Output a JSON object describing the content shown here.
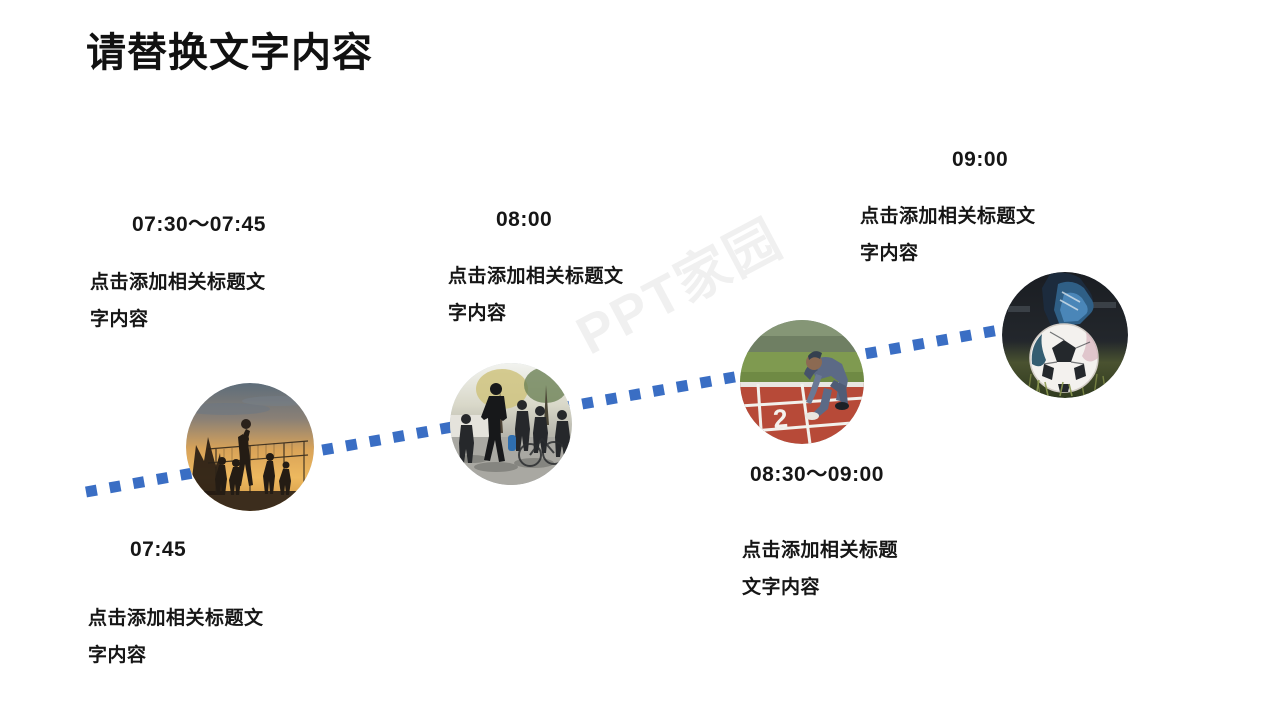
{
  "slide": {
    "title": "请替换文字内容",
    "watermark": "PPT家园",
    "background_color": "#ffffff",
    "accent_color": "#3a6ec4",
    "text_color": "#161616"
  },
  "timeline": {
    "line_style": "dotted",
    "line_color": "#3a6ec4",
    "items": [
      {
        "id": "step-1",
        "time": "07:30～07:45",
        "text_line1": "点击添加相关标题文",
        "text_line2": "字内容",
        "position": "above"
      },
      {
        "id": "step-2",
        "time": "07:45",
        "text_line1": "点击添加相关标题文",
        "text_line2": "字内容",
        "position": "below"
      },
      {
        "id": "step-3",
        "time": "08:00",
        "text_line1": "点击添加相关标题文",
        "text_line2": "字内容",
        "position": "above"
      },
      {
        "id": "step-4",
        "time": "08:30～09:00",
        "text_line1": "点击添加相关标题",
        "text_line2": "文字内容",
        "position": "below"
      },
      {
        "id": "step-5",
        "time": "09:00",
        "text_line1": "点击添加相关标题文",
        "text_line2": "字内容",
        "position": "above"
      }
    ],
    "photos": [
      {
        "id": "photo-1",
        "alt": "beach-volleyball-sunset-silhouette"
      },
      {
        "id": "photo-2",
        "alt": "group-of-runners-on-street"
      },
      {
        "id": "photo-3",
        "alt": "sprinter-at-starting-blocks-on-red-track"
      },
      {
        "id": "photo-4",
        "alt": "soccer-ball-under-cleat-on-grass"
      }
    ]
  }
}
